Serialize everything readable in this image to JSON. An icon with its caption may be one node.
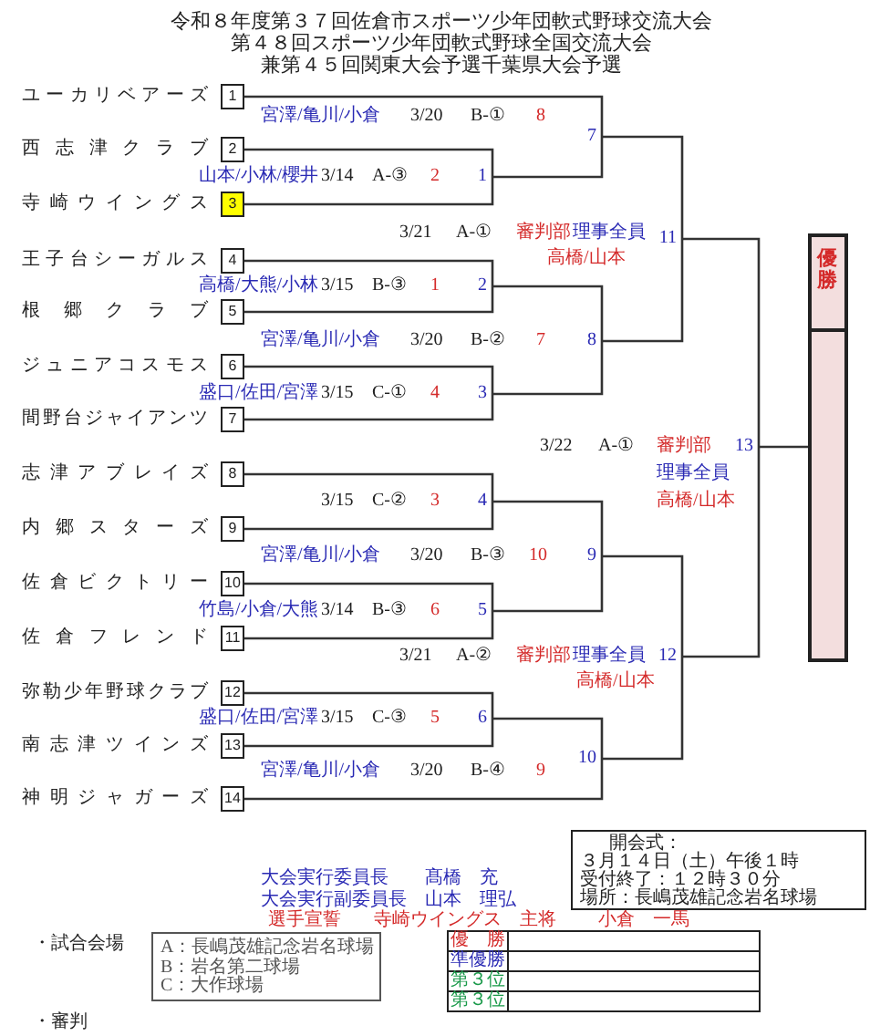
{
  "diagram": {
    "title": "令和８年度第３７回佐倉市スポーツ少年団軟式野球交流大会",
    "nodes": [
      {
        "text": [
          "1"
        ],
        "beside": [
          "ユーカリベアーズ"
        ]
      },
      {
        "text": [
          "2"
        ],
        "beside": [
          "西志津クラブ"
        ]
      },
      {
        "text": [
          "3"
        ],
        "beside": [
          "寺崎ウイングス"
        ]
      },
      {
        "text": [
          "4"
        ],
        "beside": [
          "王子台シーガルス"
        ]
      },
      {
        "text": [
          "5"
        ],
        "beside": [
          "根郷クラブ"
        ]
      },
      {
        "text": [
          "6"
        ],
        "beside": [
          "ジュニアコスモス"
        ]
      },
      {
        "text": [
          "7"
        ],
        "beside": [
          "間野台ジャイアンツ"
        ]
      },
      {
        "text": [
          "8"
        ],
        "beside": [
          "志津アブレイズ"
        ]
      },
      {
        "text": [
          "9"
        ],
        "beside": [
          "内郷スターズ"
        ]
      },
      {
        "text": [
          "10"
        ],
        "beside": [
          "佐倉ビクトリー"
        ]
      },
      {
        "text": [
          "11"
        ],
        "beside": [
          "佐倉フレンド"
        ]
      },
      {
        "text": [
          "12"
        ],
        "beside": [
          "弥勒少年野球クラブ"
        ]
      },
      {
        "text": [
          "13"
        ],
        "beside": [
          "南志津ツインズ"
        ]
      },
      {
        "text": [
          "14"
        ],
        "beside": [
          "神明ジャガーズ"
        ]
      },
      {
        "text": [
          "7"
        ]
      },
      {
        "text": [
          "1"
        ]
      },
      {
        "text": [
          "11"
        ]
      },
      {
        "text": [
          "2"
        ]
      },
      {
        "text": [
          "8"
        ]
      },
      {
        "text": [
          "3"
        ]
      },
      {
        "text": [
          "13"
        ]
      },
      {
        "text": [
          "4"
        ]
      },
      {
        "text": [
          "9"
        ]
      },
      {
        "text": [
          "5"
        ]
      },
      {
        "text": [
          "12"
        ]
      },
      {
        "text": [
          "6"
        ]
      },
      {
        "text": [
          "10"
        ]
      },
      {
        "text": [
          "優勝"
        ]
      },
      {
        "text": [
          "開会式：",
          "３月１４日（土）午後１時",
          "受付終了：１２時３０分",
          "場所：長嶋茂雄記念岩名球場"
        ]
      },
      {
        "text": [
          "A：長嶋茂雄記念岩名球場",
          "B：岩名第二球場",
          "C：大作球場"
        ]
      }
    ],
    "edges": [
      {
        "from": 0,
        "to": 14,
        "arrow": "none"
      },
      {
        "from": 1,
        "to": 15,
        "arrow": "none"
      },
      {
        "from": 2,
        "to": 15,
        "arrow": "none"
      },
      {
        "from": 15,
        "to": 14,
        "arrow": "none"
      },
      {
        "from": 3,
        "to": 17,
        "arrow": "none"
      },
      {
        "from": 4,
        "to": 17,
        "arrow": "none"
      },
      {
        "from": 5,
        "to": 19,
        "arrow": "none"
      },
      {
        "from": 6,
        "to": 19,
        "arrow": "none"
      },
      {
        "from": 17,
        "to": 18,
        "arrow": "none"
      },
      {
        "from": 19,
        "to": 18,
        "arrow": "none"
      },
      {
        "from": 14,
        "to": 16,
        "arrow": "none"
      },
      {
        "from": 18,
        "to": 16,
        "arrow": "none"
      },
      {
        "from": 7,
        "to": 21,
        "arrow": "none"
      },
      {
        "from": 8,
        "to": 21,
        "arrow": "none"
      },
      {
        "from": 9,
        "to": 23,
        "arrow": "none"
      },
      {
        "from": 10,
        "to": 23,
        "arrow": "none"
      },
      {
        "from": 21,
        "to": 22,
        "arrow": "none"
      },
      {
        "from": 23,
        "to": 22,
        "arrow": "none"
      },
      {
        "from": 11,
        "to": 25,
        "arrow": "none"
      },
      {
        "from": 12,
        "to": 25,
        "arrow": "none"
      },
      {
        "from": 25,
        "to": 26,
        "arrow": "none"
      },
      {
        "from": 13,
        "to": 26,
        "arrow": "none"
      },
      {
        "from": 22,
        "to": 24,
        "arrow": "none"
      },
      {
        "from": 26,
        "to": 24,
        "arrow": "none"
      },
      {
        "from": 16,
        "to": 20,
        "arrow": "none"
      },
      {
        "from": 24,
        "to": 20,
        "arrow": "none"
      },
      {
        "from": 20,
        "to": 27,
        "arrow": "none"
      }
    ],
    "labels": [
      "第４８回スポーツ少年団軟式野球全国交流大会",
      "兼第４５回関東大会予選千葉県大会予選",
      "宮澤/亀川/小倉",
      "3/20",
      "B-①",
      "8",
      "山本/小林/櫻井",
      "3/14",
      "A-③",
      "2",
      "3/21",
      "A-①",
      "審判部",
      "理事全員",
      "高橋/山本",
      "高橋/大熊/小林",
      "3/15",
      "B-③",
      "1",
      "宮澤/亀川/小倉",
      "3/20",
      "B-②",
      "7",
      "盛口/佐田/宮澤",
      "3/15",
      "C-①",
      "4",
      "3/22",
      "A-①",
      "審判部",
      "理事全員",
      "3/15",
      "C-②",
      "3",
      "高橋/山本",
      "宮澤/亀川/小倉",
      "3/20",
      "B-③",
      "10",
      "竹島/小倉/大熊",
      "3/14",
      "B-③",
      "6",
      "3/21",
      "A-②",
      "審判部",
      "理事全員",
      "高橋/山本",
      "盛口/佐田/宮澤",
      "3/15",
      "C-③",
      "5",
      "宮澤/亀川/小倉",
      "3/20",
      "B-④",
      "9",
      "大会実行委員長",
      "髙橋　充",
      "大会実行副委員長",
      "山本　理弘",
      "選手宣誓",
      "寺崎ウイングス",
      "主将",
      "小倉　一馬",
      "・試合会場",
      "優　勝",
      "準優勝",
      "第３位",
      "第３位",
      "・審判"
    ]
  }
}
